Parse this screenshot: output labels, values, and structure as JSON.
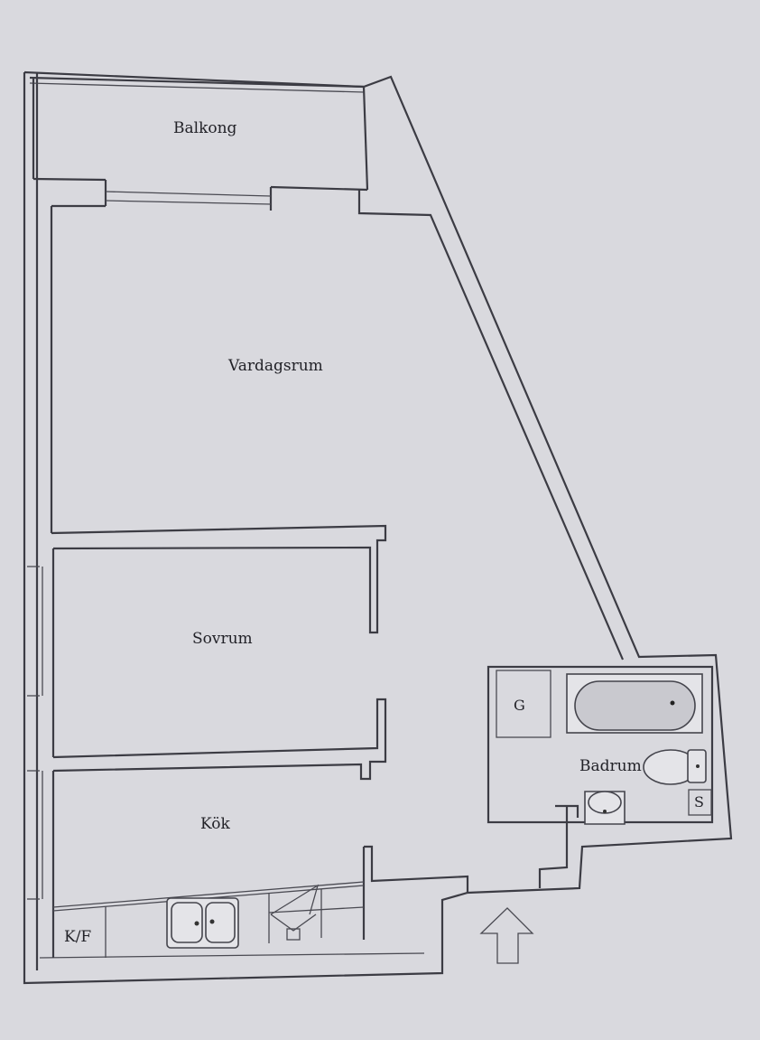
{
  "rooms": {
    "balcony": "Balkong",
    "living_room": "Vardagsrum",
    "bedroom": "Sovrum",
    "kitchen": "Kök",
    "bathroom": "Badrum",
    "fridge_freezer": "K/F",
    "closet_g": "G",
    "closet_s": "S"
  },
  "colors": {
    "paper": "#d9d9de",
    "line": "#3c3c44"
  }
}
